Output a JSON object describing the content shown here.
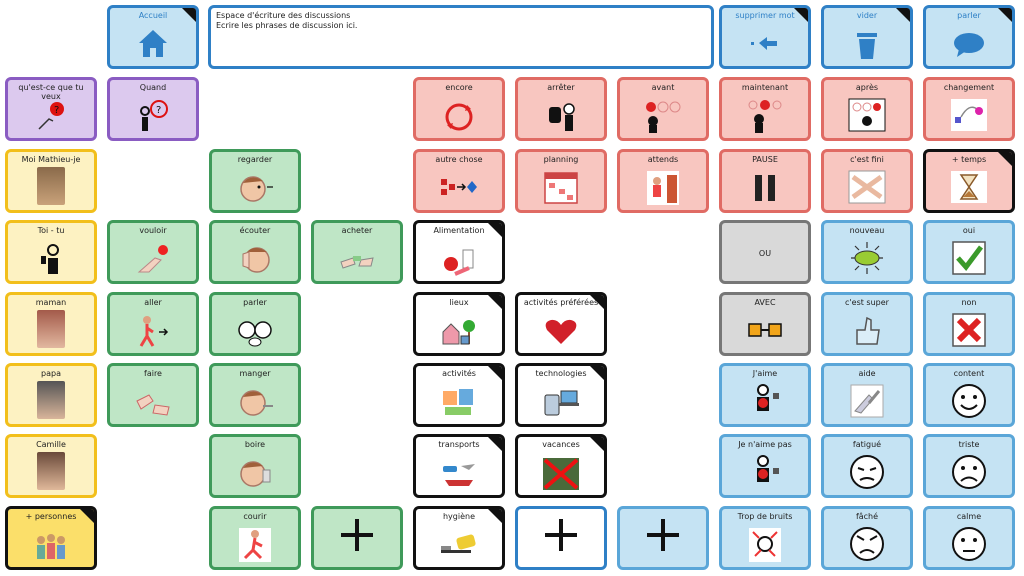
{
  "discussion": {
    "line1": "Espace d'écriture des discussions",
    "line2": "Ecrire les phrases de discussion ici."
  },
  "top": {
    "accueil": "Accueil",
    "supprimer": "supprimer mot",
    "vider": "vider",
    "parler": "parler"
  },
  "col0": [
    "qu'est-ce que tu veux",
    "Moi Mathieu-je",
    "Toi - tu",
    "maman",
    "papa",
    "Camille",
    "+ personnes"
  ],
  "col1": {
    "quand": "Quand",
    "vouloir": "vouloir",
    "aller": "aller",
    "faire": "faire"
  },
  "col2": {
    "regarder": "regarder",
    "ecouter": "écouter",
    "parler": "parler",
    "manger": "manger",
    "boire": "boire",
    "courir": "courir"
  },
  "col3": {
    "acheter": "acheter"
  },
  "col4": [
    "encore",
    "autre chose",
    "Alimentation",
    "lieux",
    "activités",
    "transports",
    "hygiène"
  ],
  "col5": [
    "arrêter",
    "planning",
    "activités préférées",
    "technologies",
    "vacances"
  ],
  "col6": [
    "avant",
    "attends"
  ],
  "col7": [
    "maintenant",
    "PAUSE",
    "OU",
    "AVEC",
    "J'aime",
    "Je n'aime pas",
    "Trop de bruits"
  ],
  "col8": [
    "après",
    "c'est fini",
    "nouveau",
    "c'est super",
    "aide",
    "fatigué",
    "fâché"
  ],
  "col9": [
    "changement",
    "+ temps",
    "oui",
    "non",
    "content",
    "triste",
    "calme"
  ],
  "colors": {
    "accent_blue": "#2f80c6",
    "green_border": "#3f9a5a",
    "red_border": "#e06b64"
  }
}
